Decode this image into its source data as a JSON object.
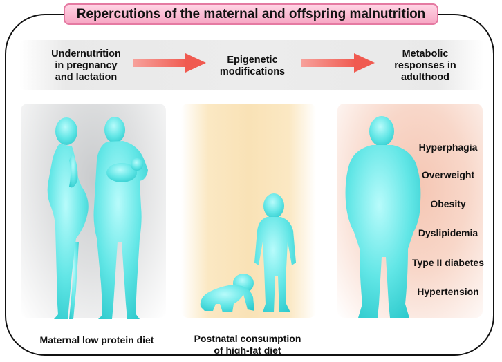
{
  "title": "Repercutions of the maternal and offspring malnutrition",
  "flow": {
    "step1": [
      "Undernutrition",
      "in pregnancy",
      "and lactation"
    ],
    "step2": [
      "Epigenetic",
      "modifications"
    ],
    "step3": [
      "Metabolic",
      "responses in",
      "adulthood"
    ]
  },
  "captions": {
    "left": "Maternal low protein diet",
    "middle": [
      "Postnatal consumption",
      "of high-fat diet"
    ]
  },
  "responses": [
    "Hyperphagia",
    "Overweight",
    "Obesity",
    "Dyslipidemia",
    "Type II diabetes",
    "Hypertension"
  ],
  "colors": {
    "figure": "#5fe3e3",
    "arrow": "#f25c54",
    "title_bg": "#f9b6cd"
  }
}
